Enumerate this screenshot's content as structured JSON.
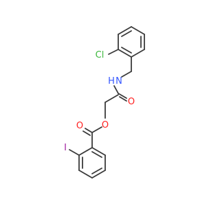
{
  "molecule": {
    "atoms": {
      "cl": {
        "symbol": "Cl",
        "color": "#3db83d"
      },
      "nh": {
        "symbol": "N",
        "h": "H",
        "color": "#3355ff"
      },
      "o_carbonyl_amide": {
        "symbol": "O",
        "color": "#ff2020"
      },
      "o_ester": {
        "symbol": "O",
        "color": "#ff2020"
      },
      "o_carbonyl_ester": {
        "symbol": "O",
        "color": "#ff2020"
      },
      "i": {
        "symbol": "I",
        "color": "#a020a0"
      }
    },
    "bond_color": "#3a3a3a",
    "background": "#ffffff"
  }
}
